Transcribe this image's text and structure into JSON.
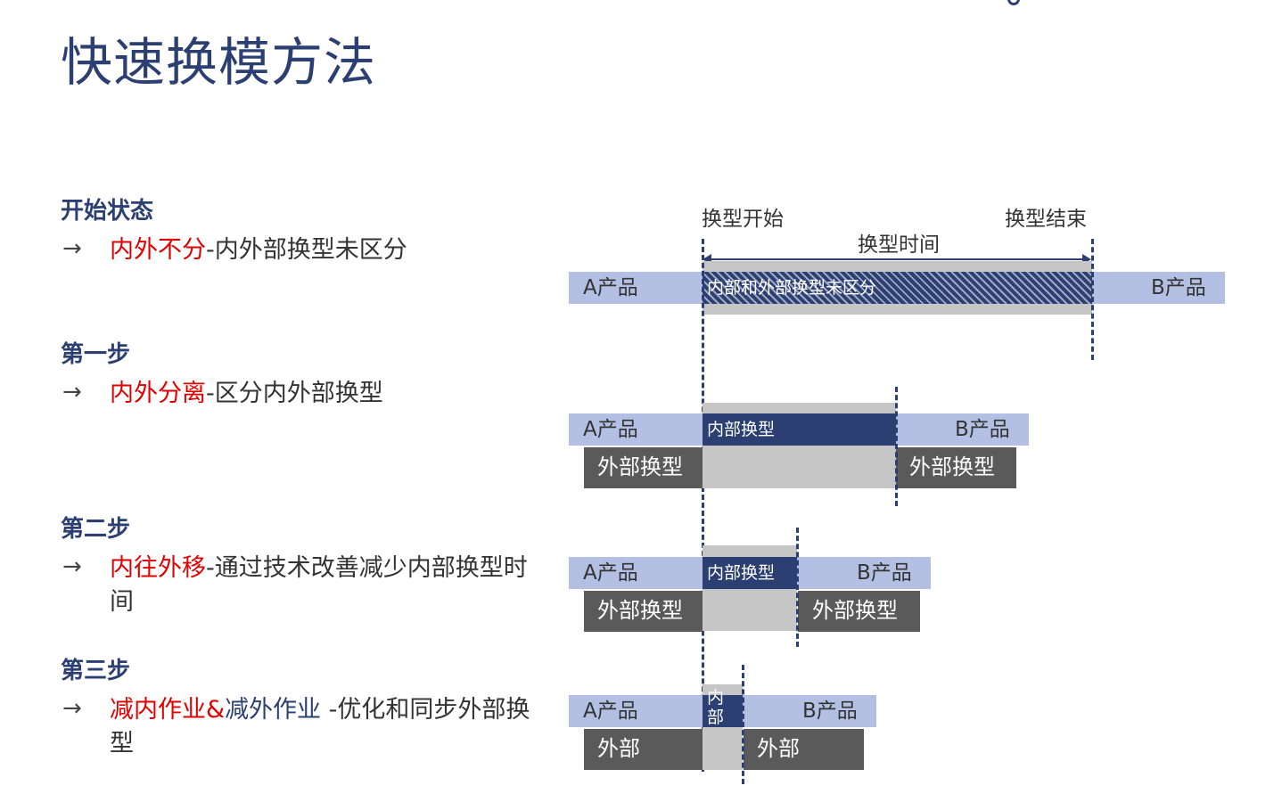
{
  "title": "快速换模方法",
  "steps": [
    {
      "heading": "开始状态",
      "arrow": "→",
      "highlight": "内外不分",
      "rest": "-内外部换型未区分"
    },
    {
      "heading": "第一步",
      "arrow": "→",
      "highlight": "内外分离",
      "rest": "-区分内外部换型"
    },
    {
      "heading": "第二步",
      "arrow": "→",
      "highlight": "内往外移",
      "rest": "-通过技术改善减少内部换型时间"
    },
    {
      "heading": "第三步",
      "arrow": "→",
      "highlight": "减内作业&",
      "highlight_navy": "减外作业",
      "rest": " -优化和同步外部换型"
    }
  ],
  "diagram": {
    "start_label": "换型开始",
    "end_label": "换型结束",
    "duration_label": "换型时间",
    "product_a": "A产品",
    "product_b": "B产品",
    "mixed_label": "内部和外部换型未区分",
    "internal_label": "内部换型",
    "external_label": "外部换型",
    "internal_short": "内部",
    "external_short": "外部"
  },
  "colors": {
    "title": "#2b3f73",
    "highlight": "#e00000",
    "product_bar": "#b3c0e4",
    "internal": "#2b3f73",
    "external": "#5a5a5a",
    "gap": "#c6c6c6"
  }
}
